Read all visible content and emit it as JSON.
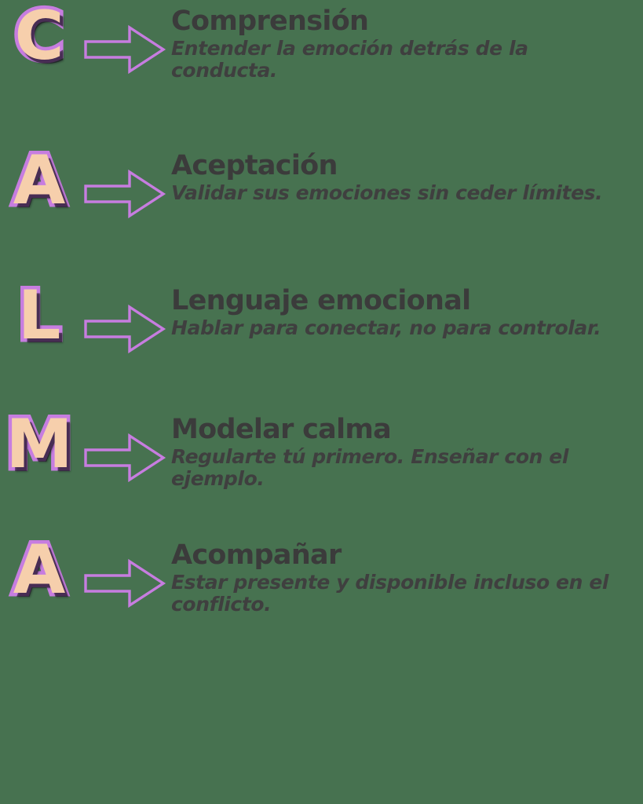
{
  "poster": {
    "acronym": "CALMA",
    "background_color": "#477250",
    "letter_fill_color": "#F6CFAC",
    "letter_outline_color": "#C77DE0",
    "letter_shadow_color": "#140C19",
    "arrow_color": "#C77DE0",
    "heading_color": "#3B3B3B",
    "description_color": "#3F3F3F",
    "arrow_icon_name": "right-block-arrow-icon"
  },
  "rows": [
    {
      "letter": "C",
      "heading": "Comprensión",
      "description": "Entender la emoción detrás de la conducta."
    },
    {
      "letter": "A",
      "heading": "Aceptación",
      "description": "Validar sus emociones sin ceder límites."
    },
    {
      "letter": "L",
      "heading": "Lenguaje emocional",
      "description": "Hablar para conectar, no para controlar."
    },
    {
      "letter": "M",
      "heading": "Modelar calma",
      "description": "Regularte tú primero. Enseñar con el ejemplo."
    },
    {
      "letter": "A",
      "heading": "Acompañar",
      "description": "Estar presente y disponible incluso en el conflicto."
    }
  ]
}
